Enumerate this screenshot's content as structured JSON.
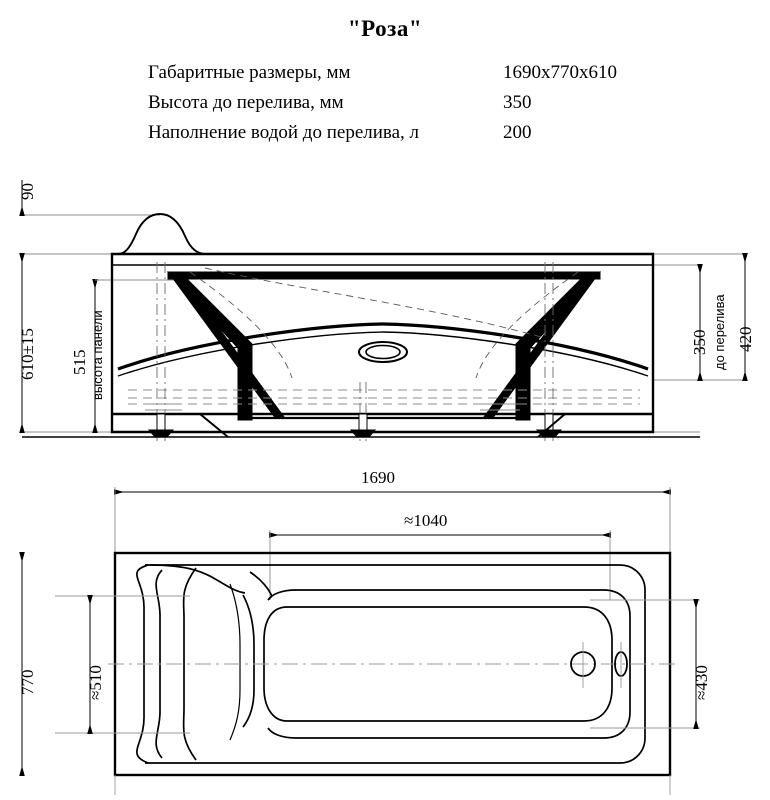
{
  "header": {
    "title": "\"Роза\"",
    "specs": [
      {
        "label": "Габаритные размеры, мм",
        "value": "1690x770x610"
      },
      {
        "label": "Высота до перелива, мм",
        "value": "350"
      },
      {
        "label": "Наполнение водой до перелива, л",
        "value": "200"
      }
    ]
  },
  "front_view": {
    "dimensions": {
      "headrest_height": "90",
      "overall_height": "610±15",
      "panel_height": "515",
      "panel_height_note": "высота панели",
      "overflow_height": "350",
      "overflow_note": "до перелива",
      "body_height": "420"
    }
  },
  "top_view": {
    "dimensions": {
      "overall_length": "1690",
      "inner_length": "≈1040",
      "overall_width": "770",
      "inner_width": "≈510",
      "end_width": "≈430"
    }
  },
  "colors": {
    "ink": "#000000",
    "thin": "#1a1a1a",
    "hidden": "#7a7a7a",
    "center": "#8a8a8a",
    "paper": "#ffffff"
  }
}
